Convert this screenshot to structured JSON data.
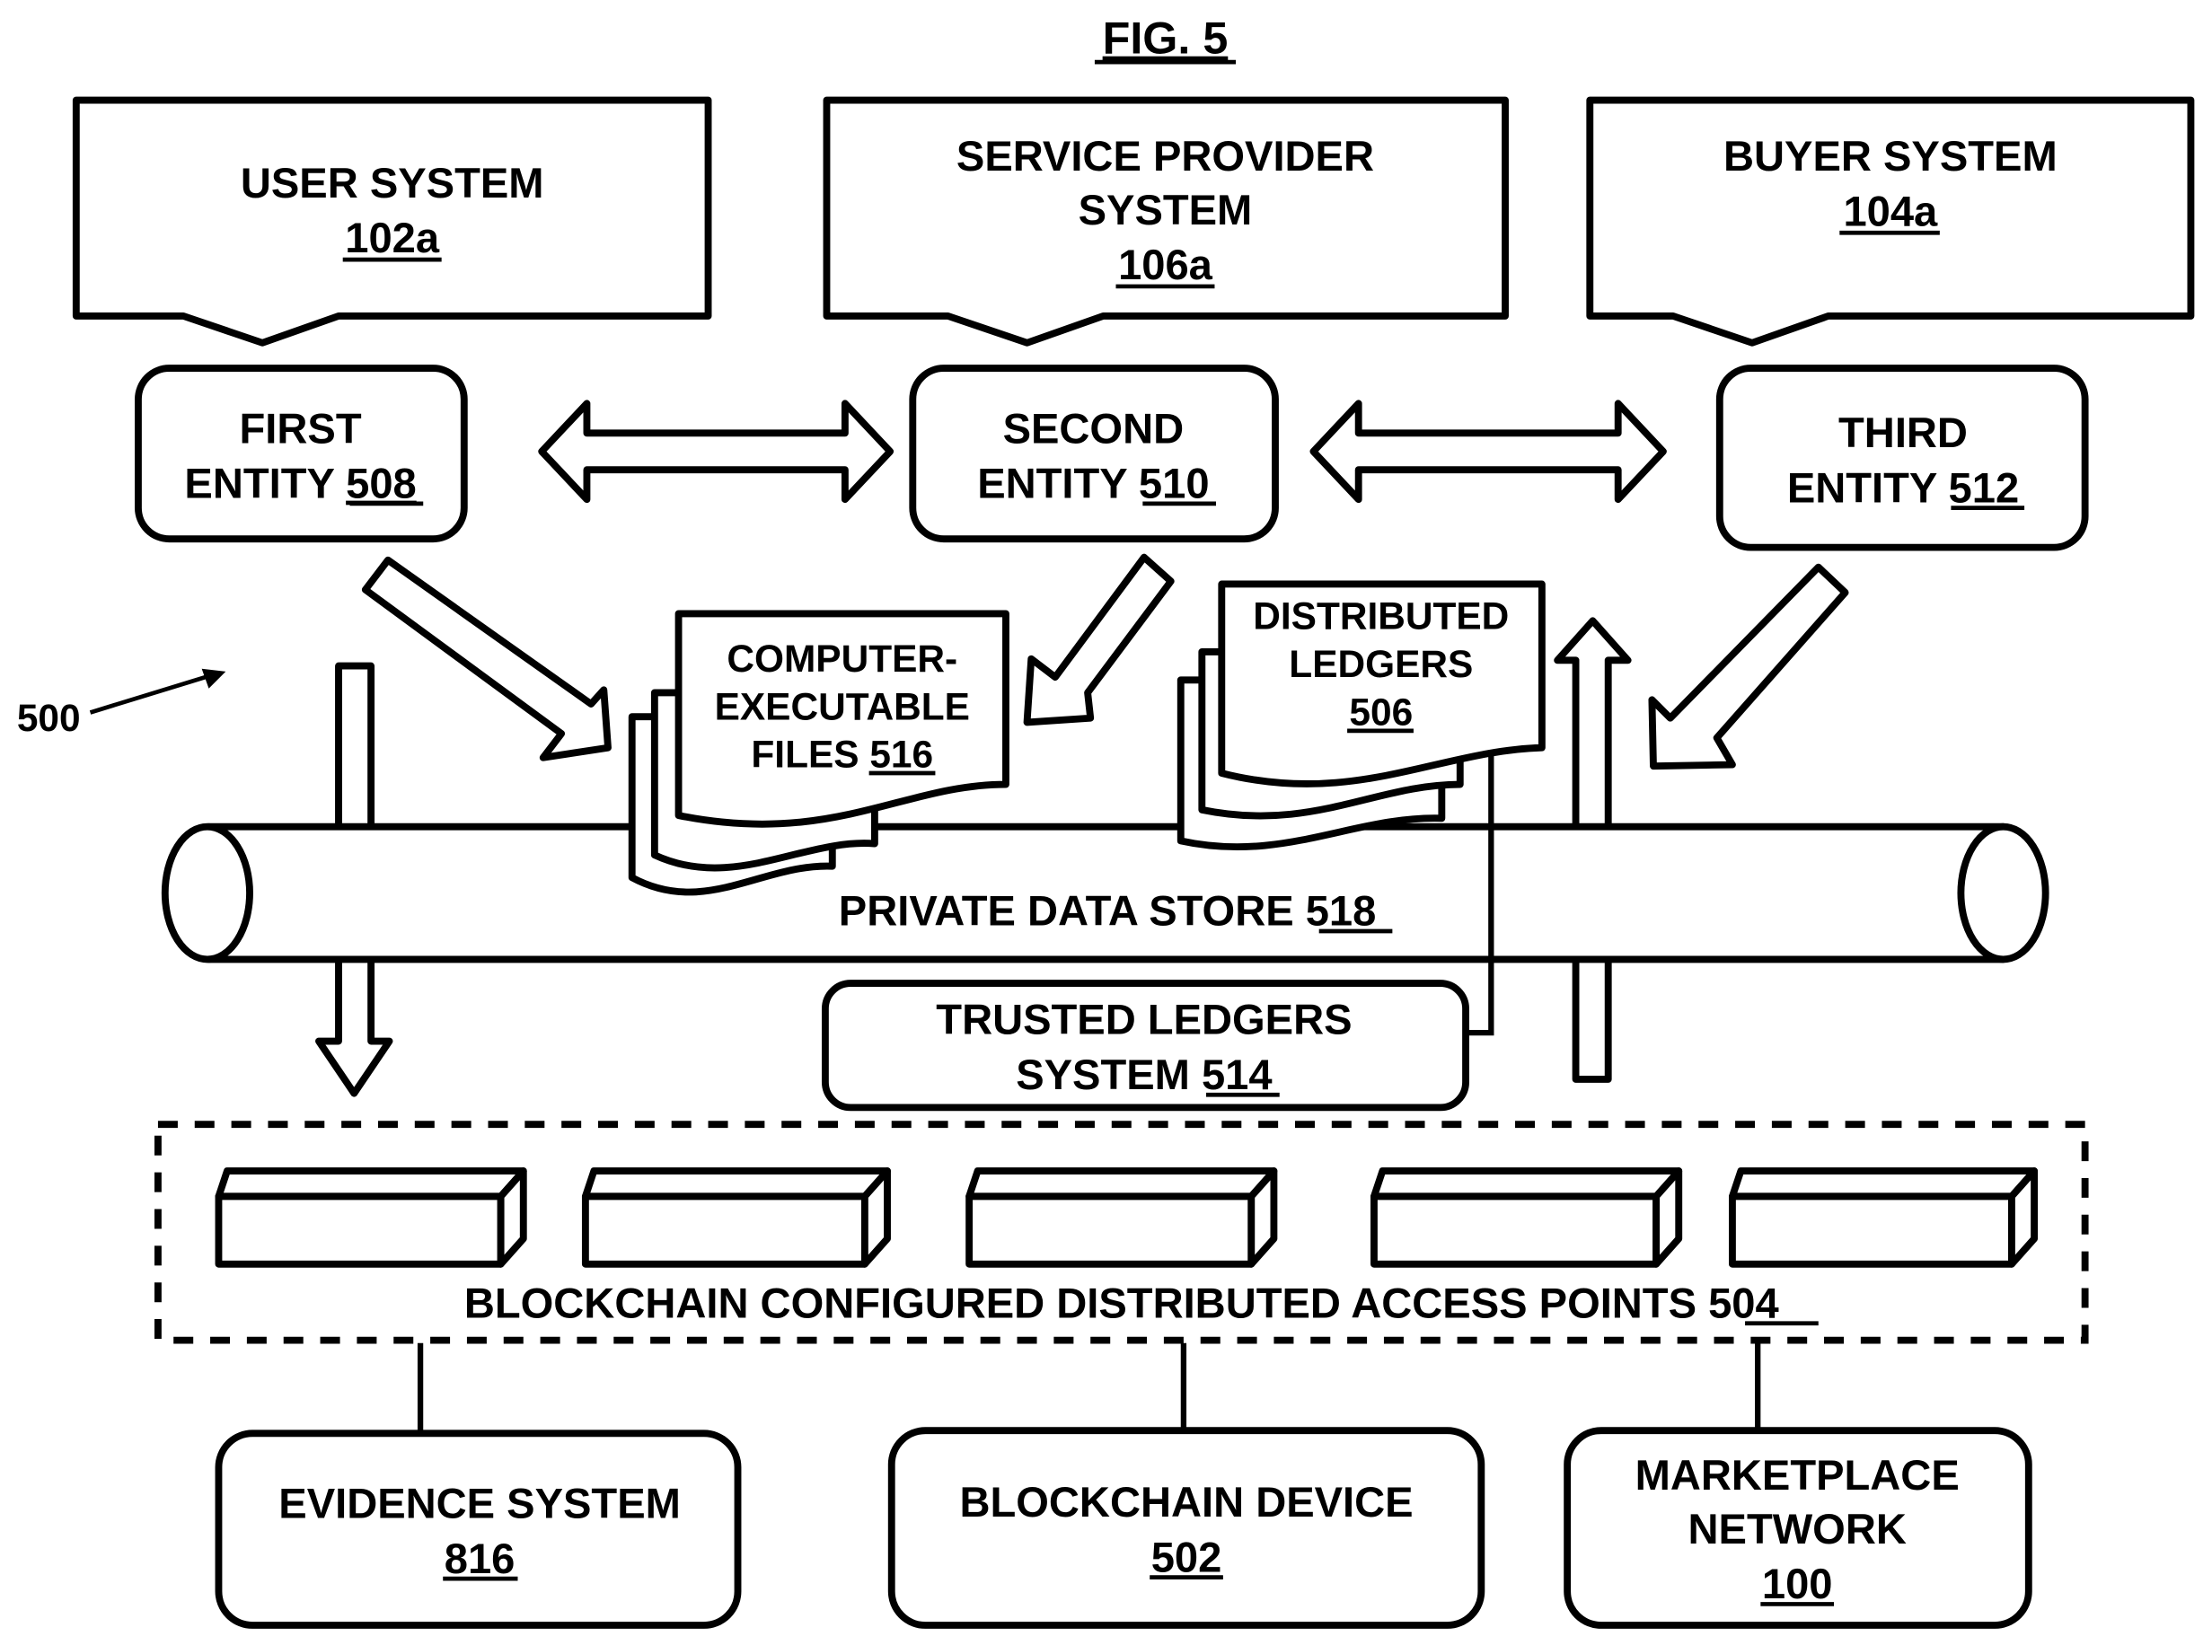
{
  "figure": {
    "title": "FIG. 5",
    "reference_label": "500"
  },
  "systems": {
    "user_system": {
      "name": "USER SYSTEM",
      "ref": "102a"
    },
    "service_provider_system": {
      "line1": "SERVICE PROVIDER",
      "line2": "SYSTEM",
      "ref": "106a"
    },
    "buyer_system": {
      "name": "BUYER SYSTEM",
      "ref": "104a"
    }
  },
  "entities": {
    "first": {
      "line1": "FIRST",
      "line2": "ENTITY ",
      "ref": "508"
    },
    "second": {
      "line1": "SECOND",
      "line2": "ENTITY ",
      "ref": "510"
    },
    "third": {
      "line1": "THIRD",
      "line2": "ENTITY ",
      "ref": "512"
    }
  },
  "documents": {
    "computer_executable_files": {
      "line1": "COMPUTER-",
      "line2": "EXECUTABLE",
      "line3": "FILES ",
      "ref": "516"
    },
    "distributed_ledgers": {
      "line1": "DISTRIBUTED",
      "line2": "LEDGERS",
      "ref": "506"
    }
  },
  "private_data_store": {
    "name": "PRIVATE DATA STORE ",
    "ref": "518"
  },
  "trusted_ledgers_system": {
    "line1": "TRUSTED LEDGERS",
    "line2": "SYSTEM ",
    "ref": "514"
  },
  "access_points": {
    "name": "BLOCKCHAIN CONFIGURED DISTRIBUTED ACCESS POINTS ",
    "ref": "504",
    "node_count": 5
  },
  "bottom_systems": {
    "evidence_system": {
      "name": "EVIDENCE SYSTEM",
      "ref": "816"
    },
    "blockchain_device": {
      "name": "BLOCKCHAIN DEVICE",
      "ref": "502"
    },
    "marketplace_network": {
      "line1": "MARKETPLACE",
      "line2": "NETWORK",
      "ref": "100"
    }
  }
}
